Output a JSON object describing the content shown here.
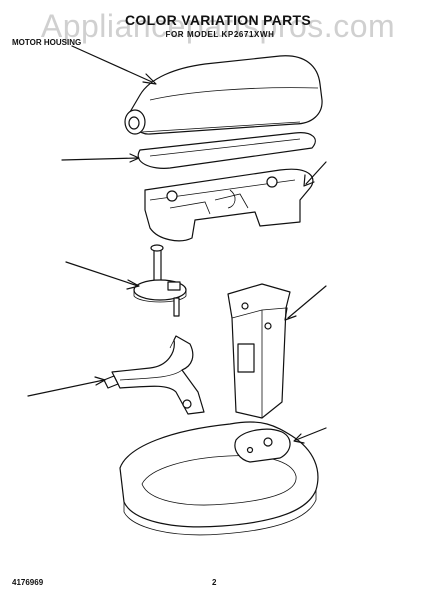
{
  "watermark": "Appliancepartspros.com",
  "header": {
    "title": "COLOR VARIATION PARTS",
    "subtitle": "FOR MODEL KP2671XWH"
  },
  "labels": {
    "motor_housing": "MOTOR HOUSING"
  },
  "footer": {
    "part_number": "4176969",
    "page_number": "2"
  }
}
